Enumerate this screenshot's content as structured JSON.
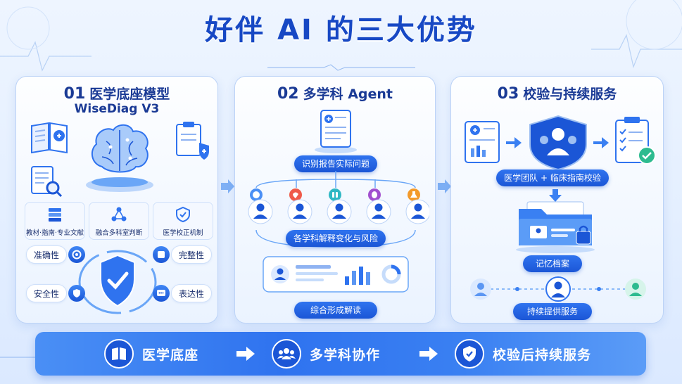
{
  "title": "好伴 AI 的三大优势",
  "panels": [
    {
      "number": "01",
      "title": "医学底座模型",
      "subtitle": "WiseDiag V3",
      "features": [
        "教材·指南·专业文献",
        "融合多科室判断",
        "医学校正机制"
      ],
      "qualities": [
        "准确性",
        "完整性",
        "安全性",
        "表达性"
      ]
    },
    {
      "number": "02",
      "title": "多学科 Agent",
      "steps": [
        "识别报告实际问题",
        "各学科解释变化与风险",
        "综合形成解读"
      ]
    },
    {
      "number": "03",
      "title": "校验与持续服务",
      "steps": [
        "医学团队 + 临床指南校验",
        "记忆档案",
        "持续提供服务"
      ]
    }
  ],
  "bottom": [
    "医学底座",
    "多学科协作",
    "校验后持续服务"
  ],
  "icons": {
    "brain": "brain-icon",
    "book": "book-icon",
    "clipboard": "clipboard-icon",
    "doctor": "doctor-icon",
    "shield": "shield-check-icon",
    "folder": "folder-icon",
    "user": "user-icon",
    "team": "team-icon"
  },
  "colors": {
    "primary": "#1b56d6",
    "accent": "#2f73ef",
    "title": "#1748c4",
    "panel_border": "#bcd3f7"
  }
}
